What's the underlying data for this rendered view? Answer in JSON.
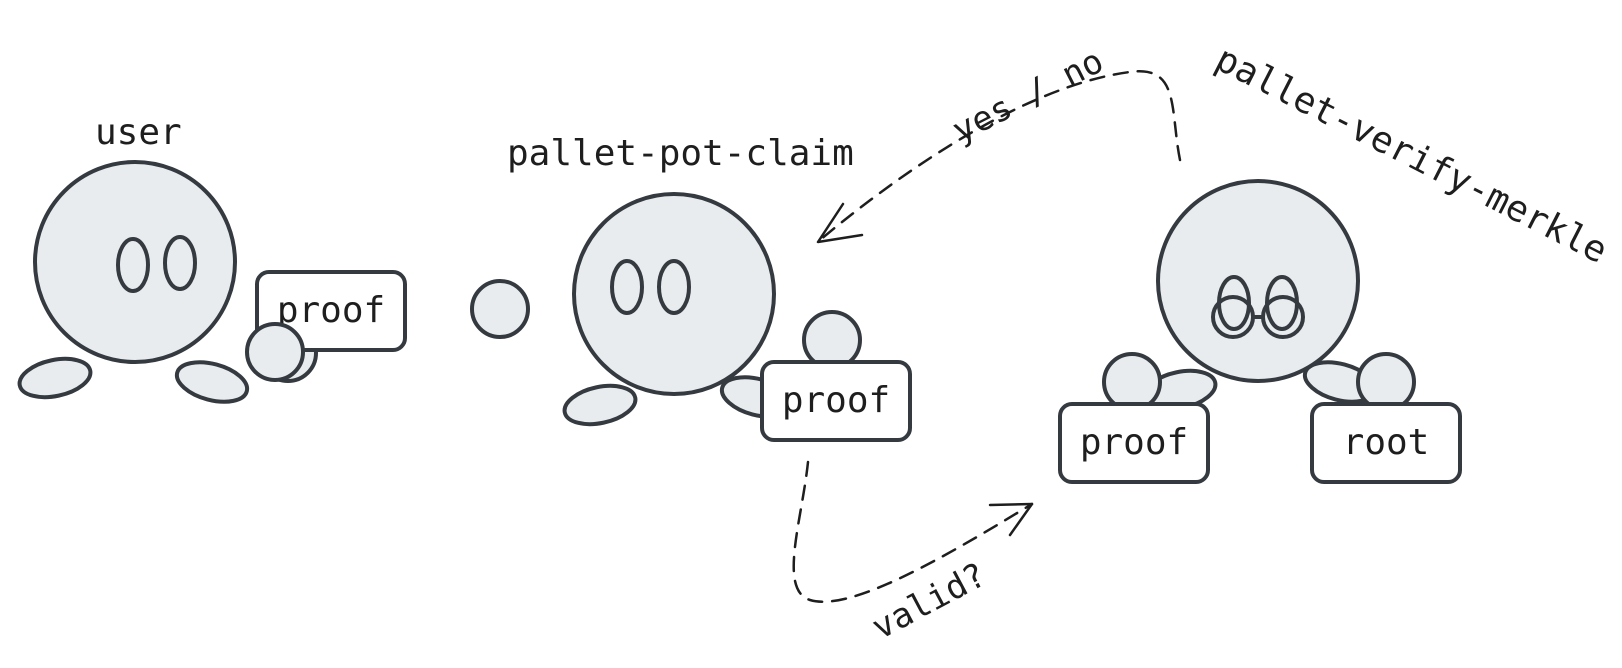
{
  "actors": {
    "user": {
      "name": "user"
    },
    "pot_claim": {
      "name": "pallet-pot-claim"
    },
    "verify_merkle": {
      "name": "pallet-verify-merkle"
    }
  },
  "items": {
    "user_proof": "proof",
    "pot_proof": "proof",
    "verify_proof": "proof",
    "verify_root": "root"
  },
  "edges": {
    "valid_query": "valid?",
    "response": "yes / no"
  },
  "colors": {
    "ink": "#343a40",
    "fill": "#e9ecef",
    "arrow": "#1e1e1e"
  }
}
